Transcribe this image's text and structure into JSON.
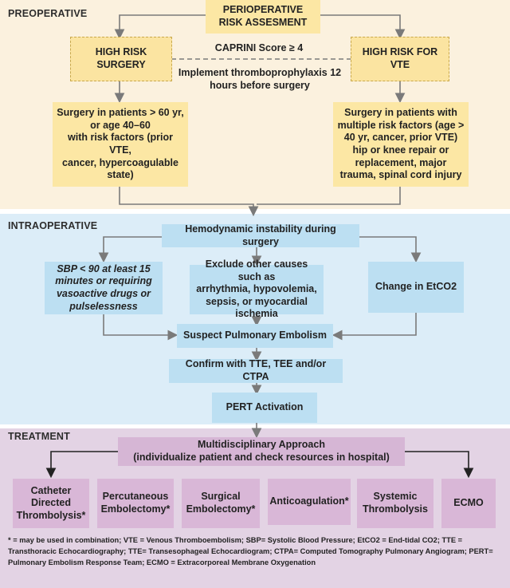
{
  "sections": {
    "preoperative": "PREOPERATIVE",
    "intraoperative": "INTRAOPERATIVE",
    "treatment": "TREATMENT"
  },
  "preop": {
    "top": "PERIOPERATIVE\nRISK ASSESMENT",
    "left_risk": "HIGH RISK\nSURGERY",
    "right_risk": "HIGH RISK FOR\nVTE",
    "caprini": "CAPRINI Score",
    "caprini_value": "≥ 4",
    "implement": "Implement thromboprophylaxis 12\nhours before surgery",
    "left_detail": "Surgery in patients > 60 yr,\nor age 40–60\nwith risk factors (prior VTE,\ncancer, hypercoagulable\nstate)",
    "right_detail": "Surgery in patients with\nmultiple risk factors (age >\n40 yr, cancer, prior VTE)\nhip or knee repair or\nreplacement,  major\ntrauma, spinal cord injury"
  },
  "intraop": {
    "instability": "Hemodynamic instability during surgery",
    "sbp": "SBP < 90 at least 15\nminutes or requiring\nvasoactive drugs or\npulselessness",
    "exclude": "Exclude other causes such as\narrhythmia, hypovolemia,\nsepsis, or  myocardial\nischemia",
    "etco2": "Change in EtCO2",
    "suspect": "Suspect Pulmonary Embolism",
    "confirm": "Confirm with TTE, TEE and/or CTPA",
    "pert": "PERT Activation"
  },
  "treatment": {
    "multi": "Multidisciplinary Approach\n(individualize patient and check resources in hospital)",
    "options": [
      "Catheter\nDirected\nThrombolysis*",
      "Percutaneous\nEmbolectomy*",
      "Surgical\nEmbolectomy*",
      "Anticoagulation*",
      "Systemic\nThrombolysis",
      "ECMO"
    ]
  },
  "footnote": "* = may be used in combination; VTE = Venous Thromboembolism; SBP= Systolic Blood Pressure;  EtCO2 = End-tidal CO2;  TTE = Transthoracic Echocardiography;  TTE= Transesophageal Echocardiogram; CTPA= Computed Tomography Pulmonary Angiogram; PERT=  Pulmonary Embolism Response Team; ECMO = Extracorporeal Membrane Oxygenation",
  "colors": {
    "preop_bg": "#fbf1de",
    "intra_bg": "#dcedf8",
    "treat_bg": "#e3d3e4",
    "yellow_box": "#fce7a4",
    "blue_box": "#bcdff2",
    "purple_box": "#d6b6d5"
  }
}
